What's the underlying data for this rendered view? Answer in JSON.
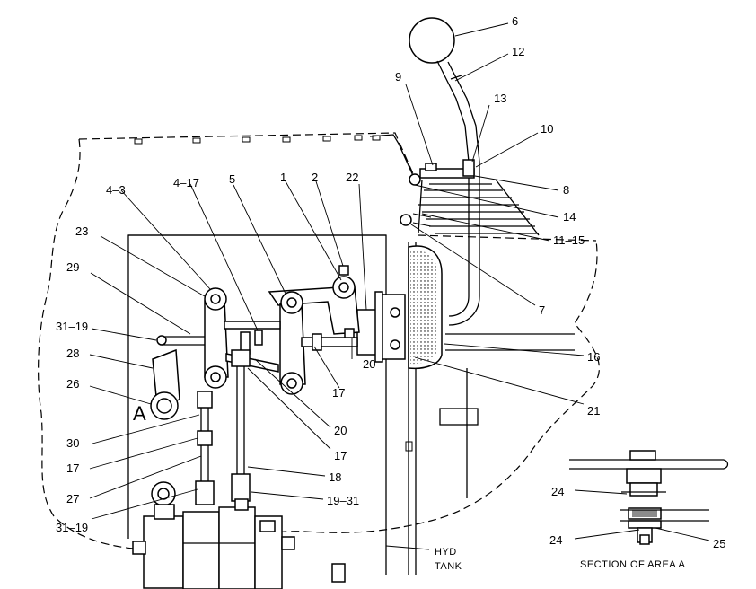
{
  "callouts": [
    {
      "id": "c6",
      "text": "6"
    },
    {
      "id": "c12",
      "text": "12"
    },
    {
      "id": "c9",
      "text": "9"
    },
    {
      "id": "c13",
      "text": "13"
    },
    {
      "id": "c10",
      "text": "10"
    },
    {
      "id": "c8",
      "text": "8"
    },
    {
      "id": "c14",
      "text": "14"
    },
    {
      "id": "c11_15",
      "text": "11–15"
    },
    {
      "id": "c7",
      "text": "7"
    },
    {
      "id": "c16",
      "text": "16"
    },
    {
      "id": "c21",
      "text": "21"
    },
    {
      "id": "c4_3",
      "text": "4–3"
    },
    {
      "id": "c4_17",
      "text": "4–17"
    },
    {
      "id": "c5",
      "text": "5"
    },
    {
      "id": "c1",
      "text": "1"
    },
    {
      "id": "c2",
      "text": "2"
    },
    {
      "id": "c22",
      "text": "22"
    },
    {
      "id": "c23",
      "text": "23"
    },
    {
      "id": "c29",
      "text": "29"
    },
    {
      "id": "c31_19a",
      "text": "31–19"
    },
    {
      "id": "c28",
      "text": "28"
    },
    {
      "id": "c26",
      "text": "26"
    },
    {
      "id": "c30",
      "text": "30"
    },
    {
      "id": "c17a",
      "text": "17"
    },
    {
      "id": "c27",
      "text": "27"
    },
    {
      "id": "c31_19b",
      "text": "31–19"
    },
    {
      "id": "c17b",
      "text": "17"
    },
    {
      "id": "c20a",
      "text": "20"
    },
    {
      "id": "c20b",
      "text": "20"
    },
    {
      "id": "c17c",
      "text": "17"
    },
    {
      "id": "c18",
      "text": "18"
    },
    {
      "id": "c19_31",
      "text": "19–31"
    },
    {
      "id": "c24a",
      "text": "24"
    },
    {
      "id": "c24b",
      "text": "24"
    },
    {
      "id": "c25",
      "text": "25"
    }
  ],
  "area_marker": "A",
  "hyd_tank_line1": "HYD",
  "hyd_tank_line2": "TANK",
  "section_caption": "SECTION OF AREA A"
}
